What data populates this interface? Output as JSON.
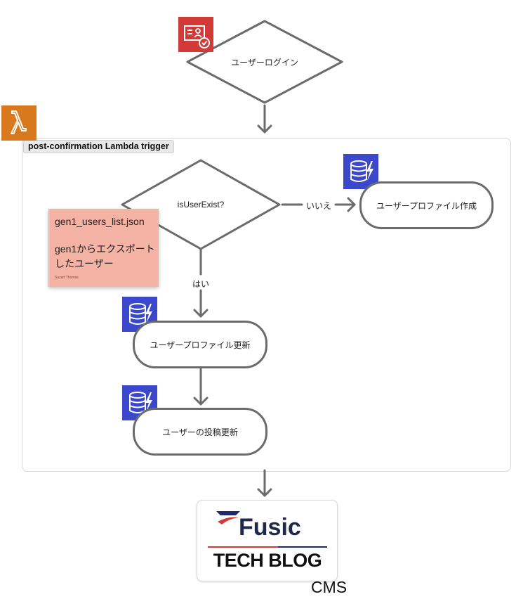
{
  "diagram": {
    "group_title": "post-confirmation Lambda trigger",
    "nodes": {
      "login": "ユーザーログイン",
      "check": "isUserExist?",
      "create": "ユーザープロファイル作成",
      "update": "ユーザープロファイル更新",
      "posts": "ユーザーの投稿更新"
    },
    "edges": {
      "no": "いいえ",
      "yes": "はい"
    },
    "note": {
      "title": "gen1_users_list.json",
      "body": "gen1からエクスポートしたユーザー",
      "author": "Suzart Thomas"
    },
    "cms": {
      "brand": "Fusic",
      "subtitle": "TECH BLOG",
      "label": "CMS"
    }
  },
  "colors": {
    "cognito_red": "#d13a36",
    "lambda_orange": "#d9791e",
    "dynamodb_blue": "#3b48cc",
    "note_pink": "#f5b3a6",
    "edge_gray": "#6b6b6b"
  },
  "icons": [
    "cognito-icon",
    "lambda-icon",
    "dynamodb-icon"
  ]
}
